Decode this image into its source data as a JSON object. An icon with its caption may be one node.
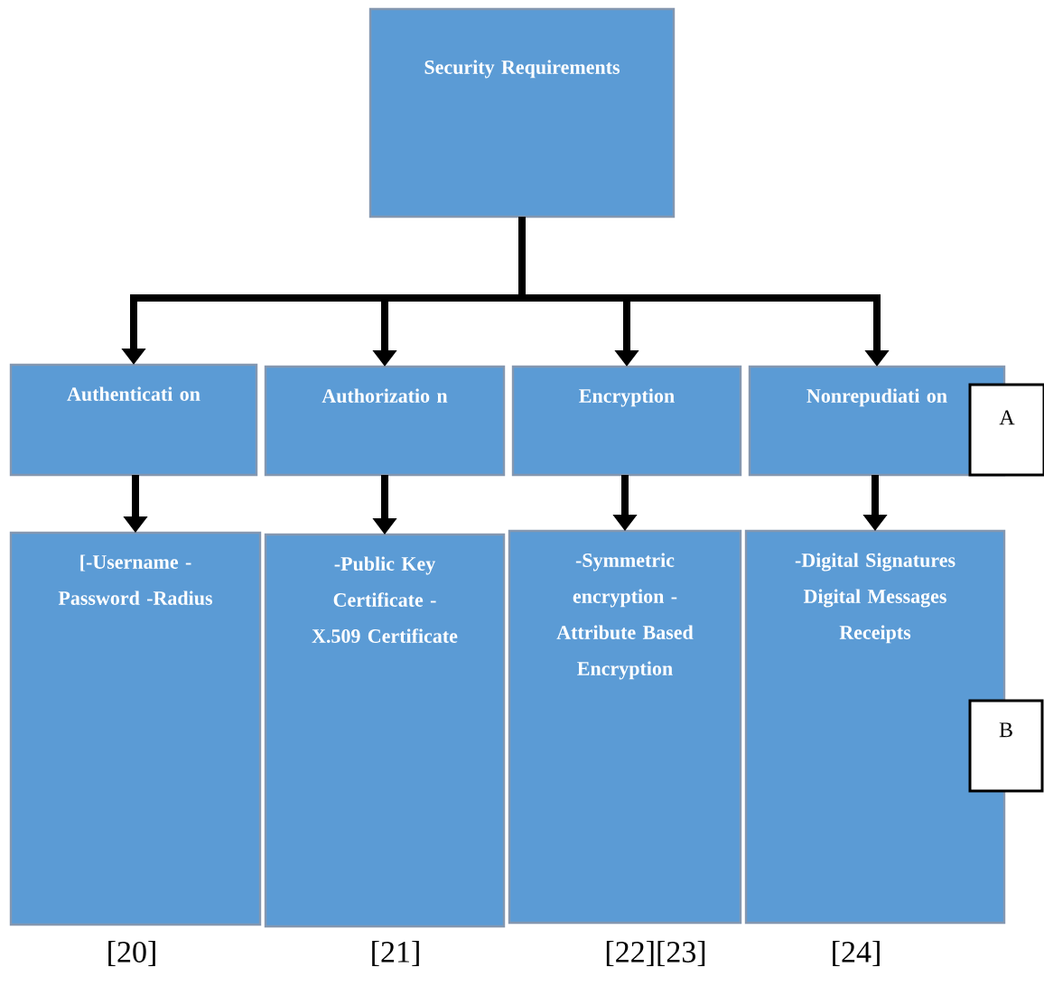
{
  "diagram": {
    "nodes": [
      {
        "text": [
          "Security Requirements"
        ]
      },
      {
        "text": [
          "Authenticati on"
        ]
      },
      {
        "text": [
          "Authorizatio n"
        ]
      },
      {
        "text": [
          "Encryption"
        ]
      },
      {
        "text": [
          "Nonrepudiati on"
        ]
      },
      {
        "text": [
          "A"
        ]
      },
      {
        "text": [
          "[-Username -Password -Radius"
        ]
      },
      {
        "text": [
          "-Public Key Certificate -X.509 Certificate"
        ]
      },
      {
        "text": [
          "-Symmetric encryption -Attribute Based Encryption"
        ]
      },
      {
        "text": [
          "-Digital Signatures Digital Messages Receipts"
        ]
      },
      {
        "text": [
          "B"
        ]
      }
    ],
    "edges": [
      {
        "from": 0,
        "to": 1,
        "arrow": "to"
      },
      {
        "from": 0,
        "to": 2,
        "arrow": "to"
      },
      {
        "from": 0,
        "to": 3,
        "arrow": "to"
      },
      {
        "from": 0,
        "to": 4,
        "arrow": "to"
      },
      {
        "from": 1,
        "to": 6,
        "arrow": "to"
      },
      {
        "from": 2,
        "to": 7,
        "arrow": "to"
      },
      {
        "from": 3,
        "to": 8,
        "arrow": "to"
      },
      {
        "from": 4,
        "to": 9,
        "arrow": "to"
      }
    ],
    "labels": [
      "[20]",
      "[21]",
      "[22][23]",
      "[24]"
    ]
  }
}
